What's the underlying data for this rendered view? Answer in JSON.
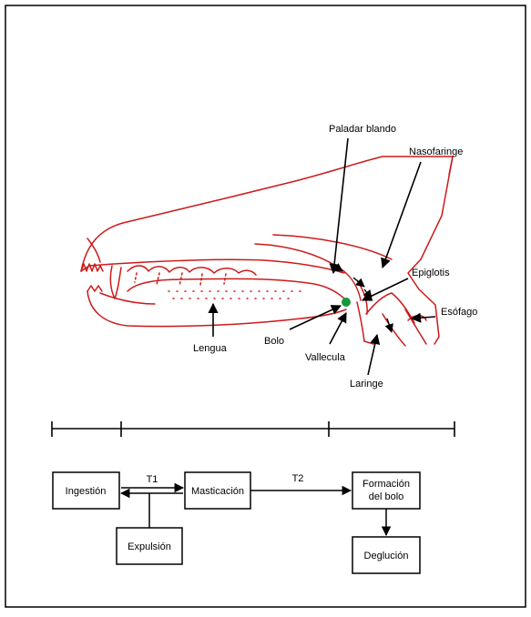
{
  "colors": {
    "anatomy": "#cc1a1a",
    "bolus": "#129a3a",
    "ink": "#000000",
    "frame": "#000000",
    "background": "#ffffff"
  },
  "labels": {
    "soft_palate": "Paladar blando",
    "nasopharynx": "Nasofaringe",
    "epiglottis": "Epiglotis",
    "esophagus": "Esófago",
    "tongue": "Lengua",
    "bolus": "Bolo",
    "vallecula": "Vallecula",
    "larynx": "Laringe"
  },
  "flow": {
    "ingestion": "Ingestión",
    "mastication": "Masticación",
    "expulsion": "Expulsión",
    "bolus_formation_line1": "Formación",
    "bolus_formation_line2": "del bolo",
    "deglutition": "Deglución",
    "t1": "T1",
    "t2": "T2"
  }
}
